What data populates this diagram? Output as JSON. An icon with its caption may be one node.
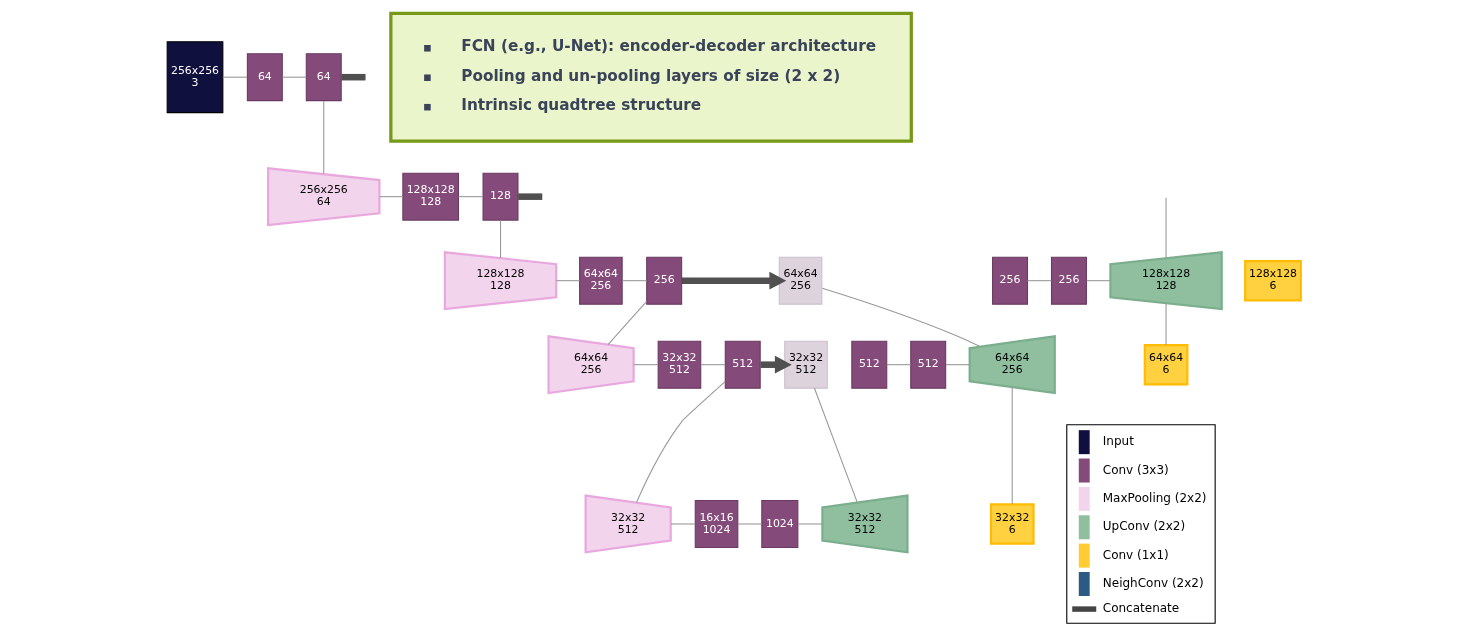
{
  "diagram": {
    "nodes": [
      {
        "text": [
          "256x256",
          "3"
        ]
      },
      {
        "text": [
          "64"
        ]
      },
      {
        "text": [
          "64"
        ]
      },
      {
        "text": [
          "256x256",
          "64"
        ]
      },
      {
        "text": [
          "128x128",
          "128"
        ]
      },
      {
        "text": [
          "128"
        ]
      },
      {
        "text": [
          "128x128",
          "128"
        ]
      },
      {
        "text": [
          "64x64",
          "256"
        ]
      },
      {
        "text": [
          "256"
        ]
      },
      {
        "text": [
          "64x64",
          "256"
        ]
      },
      {
        "text": [
          "32x32",
          "512"
        ]
      },
      {
        "text": [
          "512"
        ]
      },
      {
        "text": [
          "32x32",
          "512"
        ]
      },
      {
        "text": [
          "16x16",
          "1024"
        ]
      },
      {
        "text": [
          "1024"
        ]
      },
      {
        "text": [
          "32x32",
          "512"
        ]
      },
      {
        "text": [
          "32x32",
          "512"
        ]
      },
      {
        "text": [
          "512"
        ]
      },
      {
        "text": [
          "512"
        ]
      },
      {
        "text": [
          "64x64",
          "256"
        ]
      },
      {
        "text": [
          "32x32",
          "6"
        ]
      },
      {
        "text": [
          "64x64",
          "256"
        ]
      },
      {
        "text": [
          "256"
        ]
      },
      {
        "text": [
          "256"
        ]
      },
      {
        "text": [
          "128x128",
          "128"
        ]
      },
      {
        "text": [
          "64x64",
          "6"
        ]
      },
      {
        "text": [
          "128x128",
          "6"
        ]
      },
      {
        "text": [
          "FCN (e.g., U-Net): encoder-decoder architecture",
          "Pooling and un-pooling layers of size (2 x 2)",
          "Intrinsic quadtree structure"
        ]
      }
    ],
    "edges": [
      {
        "from": 0,
        "to": 1,
        "arrow": "none"
      },
      {
        "from": 1,
        "to": 2,
        "arrow": "none"
      },
      {
        "from": 2,
        "to": null,
        "arrow": "none",
        "style": "thick",
        "color": "#505050"
      },
      {
        "from": 2,
        "to": 3,
        "arrow": "none"
      },
      {
        "from": 3,
        "to": 4,
        "arrow": "none"
      },
      {
        "from": 4,
        "to": 5,
        "arrow": "none"
      },
      {
        "from": 5,
        "to": null,
        "arrow": "none",
        "style": "thick",
        "color": "#505050"
      },
      {
        "from": 5,
        "to": 6,
        "arrow": "none"
      },
      {
        "from": 6,
        "to": 7,
        "arrow": "none"
      },
      {
        "from": 7,
        "to": 8,
        "arrow": "none"
      },
      {
        "from": 8,
        "to": 21,
        "arrow": "to",
        "style": "thick",
        "color": "#505050"
      },
      {
        "from": 8,
        "to": 9,
        "arrow": "none"
      },
      {
        "from": 9,
        "to": 10,
        "arrow": "none"
      },
      {
        "from": 10,
        "to": 11,
        "arrow": "none"
      },
      {
        "from": 11,
        "to": 16,
        "arrow": "to",
        "style": "thick",
        "color": "#505050"
      },
      {
        "from": 11,
        "to": 12,
        "arrow": "none"
      },
      {
        "from": 12,
        "to": 13,
        "arrow": "none"
      },
      {
        "from": 13,
        "to": 14,
        "arrow": "none"
      },
      {
        "from": 14,
        "to": 15,
        "arrow": "none"
      },
      {
        "from": 15,
        "to": 16,
        "arrow": "none"
      },
      {
        "from": 17,
        "to": 18,
        "arrow": "none"
      },
      {
        "from": 18,
        "to": 19,
        "arrow": "none"
      },
      {
        "from": 19,
        "to": 20,
        "arrow": "none"
      },
      {
        "from": 19,
        "to": 21,
        "arrow": "none"
      },
      {
        "from": 22,
        "to": 23,
        "arrow": "none"
      },
      {
        "from": 23,
        "to": 24,
        "arrow": "none"
      },
      {
        "from": 24,
        "to": 25,
        "arrow": "none"
      },
      {
        "from": 24,
        "to": null,
        "arrow": "none"
      }
    ],
    "legend": [
      {
        "text": "Input",
        "color": "#10103f"
      },
      {
        "text": "Conv (3x3)",
        "color": "#844a7a"
      },
      {
        "text": "MaxPooling (2x2)",
        "color": "#f2d4ec"
      },
      {
        "text": "UpConv (2x2)",
        "color": "#8fbf9f"
      },
      {
        "text": "Conv (1x1)",
        "color": "#ffcc33"
      },
      {
        "text": "NeighConv (2x2)",
        "color": "#2b5a85"
      },
      {
        "text": "Concatenate"
      }
    ]
  }
}
